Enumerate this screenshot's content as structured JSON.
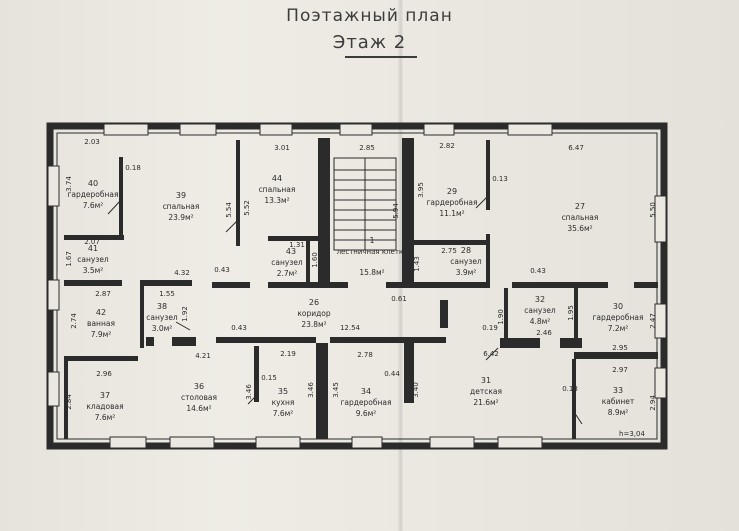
{
  "title": "Поэтажный план",
  "subtitle": "Этаж 2",
  "colors": {
    "wall": "#2b2b2b",
    "window": "#8a8a8a",
    "paper": "#ebe8e1"
  },
  "rooms": [
    {
      "id": "r40",
      "number": "40",
      "name": "гардеробная",
      "area": "7.6м²"
    },
    {
      "id": "r39",
      "number": "39",
      "name": "спальная",
      "area": "23.9м²"
    },
    {
      "id": "r44",
      "number": "44",
      "name": "спальная",
      "area": "13.3м²"
    },
    {
      "id": "r29",
      "number": "29",
      "name": "гардеробная",
      "area": "11.1м²"
    },
    {
      "id": "r27",
      "number": "27",
      "name": "спальная",
      "area": "35.6м²"
    },
    {
      "id": "r41",
      "number": "41",
      "name": "санузел",
      "area": "3.5м²"
    },
    {
      "id": "r43",
      "number": "43",
      "name": "санузел",
      "area": "2.7м²"
    },
    {
      "id": "r1",
      "number": "1",
      "name": "лестничная клетка",
      "area": "15.8м²"
    },
    {
      "id": "r28",
      "number": "28",
      "name": "санузел",
      "area": "3.9м²"
    },
    {
      "id": "r42",
      "number": "42",
      "name": "ванная",
      "area": "7.9м²"
    },
    {
      "id": "r38",
      "number": "38",
      "name": "санузел",
      "area": "3.0м²"
    },
    {
      "id": "r26",
      "number": "26",
      "name": "коридор",
      "area": "23.8м²"
    },
    {
      "id": "r32",
      "number": "32",
      "name": "санузел",
      "area": "4.8м²"
    },
    {
      "id": "r30",
      "number": "30",
      "name": "гардеробная",
      "area": "7.2м²"
    },
    {
      "id": "r37",
      "number": "37",
      "name": "кладовая",
      "area": "7.6м²"
    },
    {
      "id": "r36",
      "number": "36",
      "name": "столовая",
      "area": "14.6м²"
    },
    {
      "id": "r35",
      "number": "35",
      "name": "кухня",
      "area": "7.6м²"
    },
    {
      "id": "r34",
      "number": "34",
      "name": "гардеробная",
      "area": "9.6м²"
    },
    {
      "id": "r31",
      "number": "31",
      "name": "детская",
      "area": "21.6м²"
    },
    {
      "id": "r33",
      "number": "33",
      "name": "кабинет",
      "area": "8.9м²"
    }
  ],
  "dimensions": [
    "2.03",
    "3.01",
    "2.85",
    "2.82",
    "6.47",
    "0.18",
    "5.54",
    "5.52",
    "3.95",
    "0.13",
    "5.50",
    "3.74",
    "2.07",
    "1.67",
    "1.31",
    "1.60",
    "5.94",
    "1.43",
    "2.75",
    "0.43",
    "4.32",
    "2.87",
    "1.55",
    "0.61",
    "0.43",
    "1.92",
    "2.74",
    "0.43",
    "12.54",
    "0.19",
    "1.90",
    "1.95",
    "2.46",
    "2.47",
    "4.21",
    "2.19",
    "2.78",
    "6.42",
    "2.95",
    "2.96",
    "0.15",
    "0.44",
    "2.97",
    "0.18",
    "2.84",
    "3.46",
    "3.46",
    "3.45",
    "3.40",
    "2.94"
  ],
  "height_note": "h=3,04"
}
